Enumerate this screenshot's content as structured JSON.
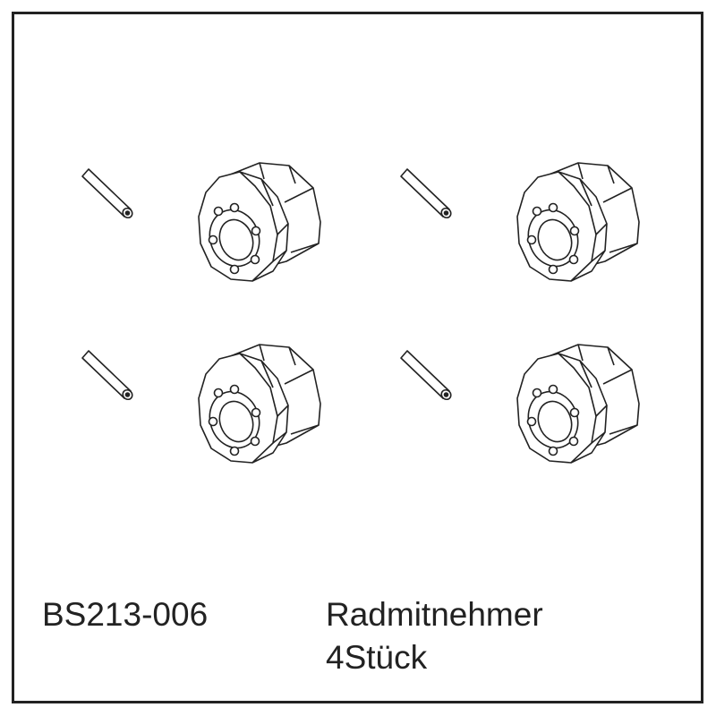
{
  "part_number": "BS213-006",
  "part_name": "Radmitnehmer",
  "quantity": "4Stück",
  "line_color": "#222222"
}
